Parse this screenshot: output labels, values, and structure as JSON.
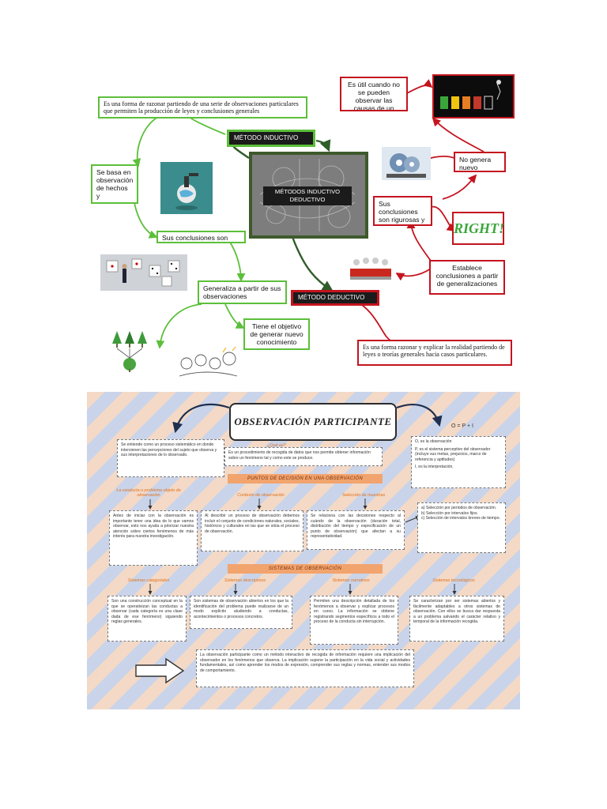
{
  "map1": {
    "center_title": "MÉTODOS INDUCTIVO DEDUCTIVO",
    "inductive_label": "MÉTODO INDUCTIVO",
    "deductive_label": "MÉTODO DEDUCTIVO",
    "inductive_definition": "Es una forma de razonar partiendo de una serie de observaciones particulares que permiten la producción de leyes y conclusiones generales",
    "based_on": "Se basa en observación de hechos y fenómenos",
    "conclusions_are": "Sus conclusiones son",
    "generalizes": "Generaliza a partir de sus observaciones",
    "objective": "Tiene el objetivo de generar nuevo conocimiento",
    "useful_when": "Es útil cuando no se pueden observar las causas de un fenómeno",
    "no_new_knowledge": "No genera nuevo conocimiento",
    "rigorous": "Sus conclusiones son rigurosas y válidas",
    "right_sign": "RIGHT!",
    "establishes": "Establece conclusiones a partir de generalizaciones",
    "deductive_definition": "Es una forma razonar y explicar la realidad partiendo de leyes o teorías generales hacia casos particulares.",
    "colors": {
      "inductive": "#5cbf3a",
      "deductive": "#c4141e"
    }
  },
  "map2": {
    "title": "OBSERVACIÓN PARTICIPANTE",
    "formula": "O = P + I",
    "que_es_label": "¿Qué es?",
    "que_es_text": "Es un procedimiento de recogida de datos que nos permite obtener información sobre un fenómeno tal y como este se produce.",
    "left_intro": "Se entiende como un proceso sistemático en donde intervienen las percepciones del sujeto que observa y sus interpretaciones de lo observado.",
    "formula_text_1": "O, es la observación",
    "formula_text_2": "P, es el sistema perceptivo del observador (incluye sus metas, prejuicios, marco de referencia y aptitudes)",
    "formula_text_3": "I, es la interpretación.",
    "band1": "PUNTOS DE DECISIÓN EN UNA OBSERVACIÓN",
    "label_problema": "La conducta o problema objeto de observación",
    "label_contexto": "Contexto de observación",
    "label_muestras": "Selección de muestras",
    "text_problema": "Antes de iniciar con la observación es importante tener una idea de lo que vamos observar, esto nos ayuda a priorizar nuestra atención sobre ciertos fenómenos de más interés para nuestra investigación.",
    "text_contexto": "Al describir un proceso de observación debemos incluir el conjunto de condiciones naturales, sociales, históricos y culturales en las que se sitúa el proceso de observación.",
    "text_muestras": "Se relaciona con las decisiones respecto al cuándo de la observación (duración total, distribución del tiempo y especificación de un punto de observación) que afectan a su representatividad.",
    "muestras_list": [
      "a)  Selección por periodos de observación.",
      "b)  Selección por intervalos fijos.",
      "c)  Selección de intervalos breves de tiempo."
    ],
    "band2": "SISTEMAS DE OBSERVACIÓN",
    "label_categoriales": "Sistemas categoriales",
    "label_descriptivos": "Sistemas descriptivos",
    "label_narrativos": "Sistemas narrativos",
    "label_tecnologicos": "Sistemas tecnológicos",
    "text_categoriales": "Son una construcción conceptual en la que se operativizan las conductas a observar (cada categoría es una clase dada de ese fenómeno) siguiendo reglas generales.",
    "text_descriptivos": "Son sistemas de observación abiertos en los que la identificación del problema puede realizarse de un modo explícito aludiendo a conductas, acontecimientos o procesos concretos.",
    "text_narrativos": "Permiten una descripción detallada de los fenómenos a observar y explicar procesos en curso. La información se obtiene registrando segmentos específicos a todo el proceso de la conducta sin interrupción.",
    "text_tecnologicos": "Se caracterizan por ser sistemas abiertos y fácilmente adaptables a otros sistemas de observación. Con ellos se busca dar respuesta a un problema salvando el carácter relativo y temporal de la información recogida.",
    "conclusion": "La observación participante como un método interactivo de recogida de información requiere una implicación del observador en los fenómenos que observa. La implicación supone la participación en la vida social y actividades fundamentales, así como aprender los modos de expresión, comprender sus reglas y normas, entender sus modos de comportamiento."
  }
}
